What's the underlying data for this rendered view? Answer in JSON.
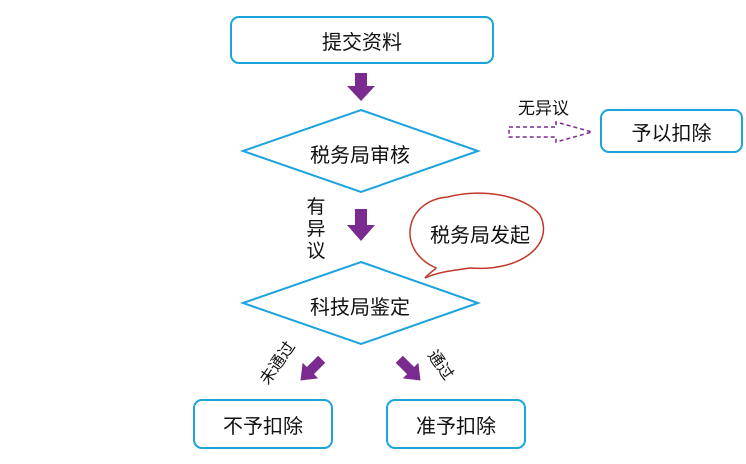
{
  "colors": {
    "border": "#1aa3dc",
    "arrow": "#7b2a8f",
    "text": "#111111"
  },
  "nodes": {
    "submit": "提交资料",
    "tax_review": "税务局审核",
    "deduct_allowed": "予以扣除",
    "tech_appraisal": "科技局鉴定",
    "deduct_denied": "不予扣除",
    "deduct_approved": "准予扣除"
  },
  "edges": {
    "no_objection": "无异议",
    "objection": "有异议",
    "not_passed": "未通过",
    "passed": "通过"
  },
  "callout": {
    "text": "税务局发起"
  }
}
